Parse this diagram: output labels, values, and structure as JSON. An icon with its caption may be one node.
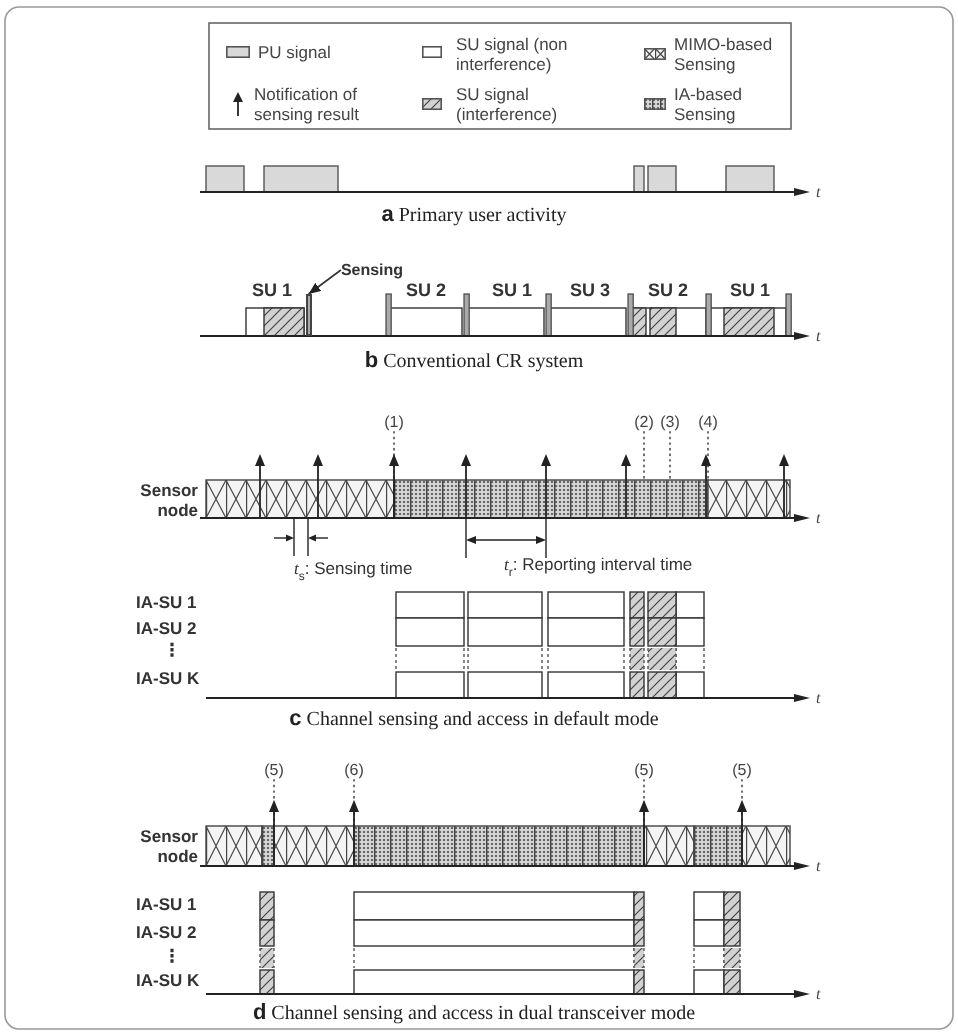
{
  "diagram": {
    "nodes": [
      {
        "text": [
          "Sensing"
        ]
      },
      {
        "text": [],
        "shape": "bar"
      },
      {
        "text": [
          "(1)"
        ]
      },
      {
        "text": [
          "(2)"
        ]
      },
      {
        "text": [
          "(3)"
        ]
      },
      {
        "text": [
          "(4)"
        ]
      },
      {
        "text": [],
        "shape": "band",
        "beside": [
          "Sensor node"
        ]
      },
      {
        "text": [
          "(5)"
        ]
      },
      {
        "text": [
          "(6)"
        ]
      },
      {
        "text": [
          "(5)"
        ]
      },
      {
        "text": [
          "(5)"
        ]
      },
      {
        "text": [],
        "shape": "band",
        "beside": [
          "Sensor node"
        ]
      }
    ],
    "edges": [
      {
        "from": 0,
        "to": 1,
        "arrow": "to"
      },
      {
        "from": 2,
        "to": 6,
        "arrow": "none",
        "style": "dashed"
      },
      {
        "from": 3,
        "to": 6,
        "arrow": "none",
        "style": "dashed"
      },
      {
        "from": 4,
        "to": 6,
        "arrow": "none",
        "style": "dashed"
      },
      {
        "from": 5,
        "to": 6,
        "arrow": "none",
        "style": "dashed"
      },
      {
        "from": 7,
        "to": 11,
        "arrow": "none",
        "style": "dashed"
      },
      {
        "from": 8,
        "to": 11,
        "arrow": "none",
        "style": "dashed"
      },
      {
        "from": 9,
        "to": 11,
        "arrow": "none",
        "style": "dashed"
      },
      {
        "from": 10,
        "to": 11,
        "arrow": "none",
        "style": "dashed"
      }
    ],
    "labels": [
      "t",
      "**a** Primary user activity",
      "SU 1",
      "SU 2",
      "SU 1",
      "SU 3",
      "SU 2",
      "SU 1",
      "t",
      "**b** Conventional CR system",
      "t",
      "*t*$_{s}$: Sensing time",
      "*t*$_{r}$: Reporting interval time",
      "IA-SU 1",
      "IA-SU 2",
      "⋮",
      "IA-SU K",
      "t",
      "**c** Channel sensing and access in default mode",
      "t",
      "IA-SU 1",
      "IA-SU 2",
      "⋮",
      "IA-SU K",
      "t",
      "**d** Channel sensing and access in dual transceiver mode"
    ],
    "legend": [
      {
        "text": "PU signal",
        "color": "#d9d9d9"
      },
      {
        "text": "SU signal (non interference)"
      },
      {
        "text": "MIMO-based Sensing"
      },
      {
        "text": "Notification of sensing result"
      },
      {
        "text": "SU signal (interference)"
      },
      {
        "text": "IA-based Sensing"
      }
    ]
  }
}
